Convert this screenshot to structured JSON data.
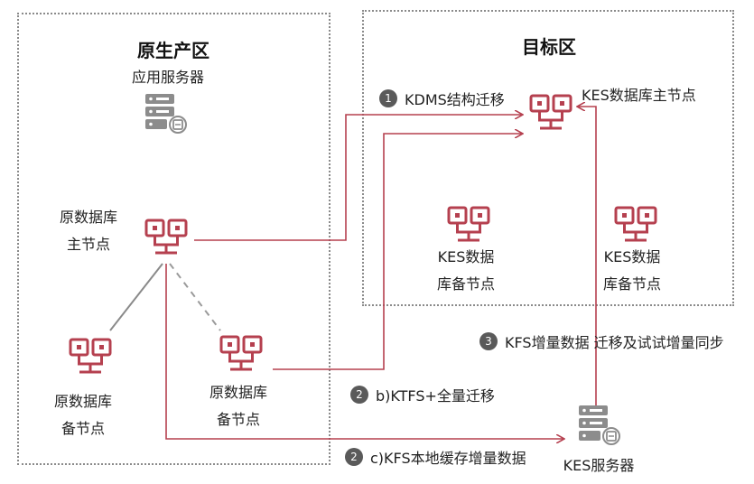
{
  "source_zone": {
    "title": "原生产区"
  },
  "target_zone": {
    "title": "目标区"
  },
  "nodes": {
    "app_server": "应用服务器",
    "src_primary": [
      "原数据库",
      "主节点"
    ],
    "src_standby_1": [
      "原数据库",
      "备节点"
    ],
    "src_standby_2": [
      "原数据库",
      "备节点"
    ],
    "kes_primary": "KES数据库主节点",
    "kes_standby_1": [
      "KES数据",
      "库备节点"
    ],
    "kes_standby_2": [
      "KES数据",
      "库备节点"
    ],
    "kes_server": "KES服务器"
  },
  "steps": [
    {
      "badge": "1",
      "label": "KDMS结构迁移"
    },
    {
      "badge": "2",
      "label": "b)KTFS+全量迁移"
    },
    {
      "badge": "2",
      "label": "c)KFS本地缓存增量数据"
    },
    {
      "badge": "3",
      "label": "KFS增量数据 迁移及试试增量同步"
    }
  ],
  "colors": {
    "accent": "#b5404f",
    "server_gray": "#8c8c8c",
    "border": "#8a8a8a",
    "badge": "#5a5a5a"
  }
}
